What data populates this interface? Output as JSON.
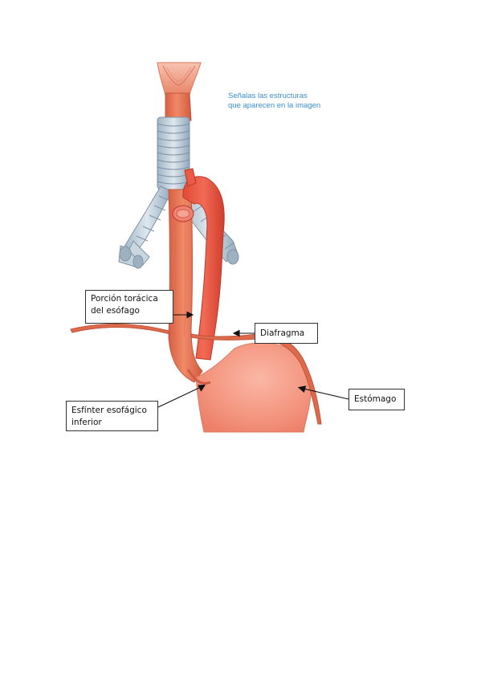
{
  "instruction": {
    "line1": "Señalas las estructuras",
    "line2": "que aparecen en la imagen"
  },
  "labels": {
    "thoracic_line1": "Porción torácica",
    "thoracic_line2": "del esófago",
    "diaphragm": "Diafragma",
    "stomach": "Estómago",
    "sphincter_line1": "Esfínter esofágico",
    "sphincter_line2": "inferior"
  },
  "colors": {
    "esophagus": "#ea7654",
    "esophagus_dark": "#c9533a",
    "aorta": "#e8533e",
    "trachea": "#b7c8d6",
    "stomach": "#f39a86",
    "diaphragm": "#de6a4c",
    "instruction_text": "#3a8fd0"
  }
}
